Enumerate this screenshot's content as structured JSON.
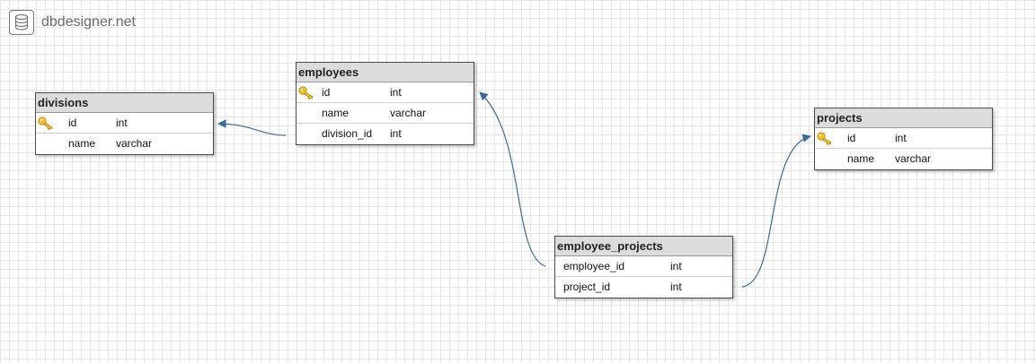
{
  "logo": {
    "text": "dbdesigner.net",
    "icon": "database-icon"
  },
  "colors": {
    "link": "#3c6a99",
    "key": "#f1c232"
  },
  "tables": {
    "divisions": {
      "title": "divisions",
      "fields": [
        {
          "name": "id",
          "type": "int",
          "primary_key": true
        },
        {
          "name": "name",
          "type": "varchar",
          "primary_key": false
        }
      ]
    },
    "employees": {
      "title": "employees",
      "fields": [
        {
          "name": "id",
          "type": "int",
          "primary_key": true
        },
        {
          "name": "name",
          "type": "varchar",
          "primary_key": false
        },
        {
          "name": "division_id",
          "type": "int",
          "primary_key": false
        }
      ]
    },
    "projects": {
      "title": "projects",
      "fields": [
        {
          "name": "id",
          "type": "int",
          "primary_key": true
        },
        {
          "name": "name",
          "type": "varchar",
          "primary_key": false
        }
      ]
    },
    "employee_projects": {
      "title": "employee_projects",
      "fields": [
        {
          "name": "employee_id",
          "type": "int",
          "primary_key": false
        },
        {
          "name": "project_id",
          "type": "int",
          "primary_key": false
        }
      ]
    }
  },
  "relations": [
    {
      "from": "employees.division_id",
      "to": "divisions.id"
    },
    {
      "from": "employee_projects.employee_id",
      "to": "employees.id"
    },
    {
      "from": "employee_projects.project_id",
      "to": "projects.id"
    }
  ]
}
